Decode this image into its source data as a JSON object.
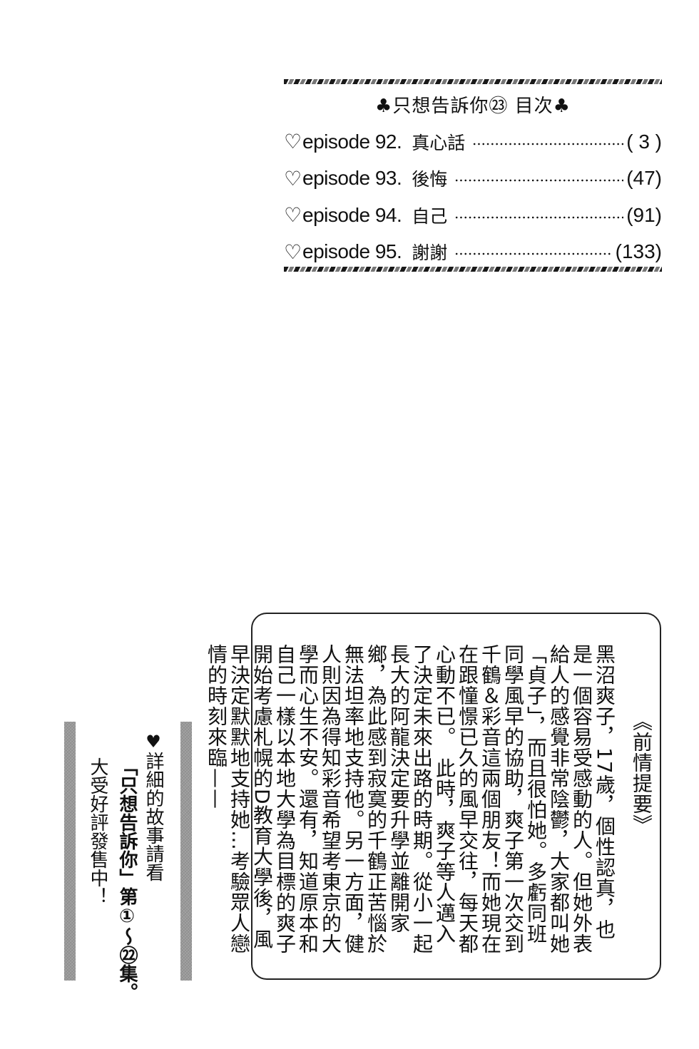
{
  "toc": {
    "title": "♣只想告訴你㉓ 目次♣",
    "series_title": "只想告訴你",
    "volume_mark": "㉓",
    "section_label": "目次",
    "decor_icon": "club-suit",
    "entries": [
      {
        "icon": "♡",
        "episode": "episode 92.",
        "title": "真心話",
        "page": "( 3 )"
      },
      {
        "icon": "♡",
        "episode": "episode 93.",
        "title": "後悔",
        "page": "(47)"
      },
      {
        "icon": "♡",
        "episode": "episode 94.",
        "title": "自己",
        "page": "(91)"
      },
      {
        "icon": "♡",
        "episode": "episode 95.",
        "title": "謝謝",
        "page": "(133)"
      }
    ]
  },
  "summary": {
    "heading": "《前情提要》",
    "body": "黑沼爽子，17歲，個性認真，也是一個容易受感動的人。但她外表給人的感覺非常陰鬱，大家都叫她「貞子」，而且很怕她。多虧同班同學風早的協助，爽子第一次交到千鶴＆彩音這兩個朋友！而她現在在跟憧憬已久的風早交往，每天都心動不已。　此時，爽子等人邁入了決定未來出路的時期。從小一起長大的阿龍決定要升學並離開家鄉，為此感到寂寞的千鶴正苦惱於無法坦率地支持他。另一方面，健人則因為得知彩音希望考東京的大學而心生不安。還有，知道原本和自己一樣以本地大學為目標的爽子開始考慮札幌的D教育大學後，風早決定默默地支持她…考驗眾人戀情的時刻來臨——"
  },
  "promo": {
    "heart": "♥",
    "line1": "詳細的故事請看",
    "line2": "「只想告訴你」第①～㉒集。",
    "line3": "大受好評發售中！"
  },
  "colors": {
    "ink": "#111111",
    "screentone": "#9a9a9a",
    "paper": "#ffffff"
  }
}
